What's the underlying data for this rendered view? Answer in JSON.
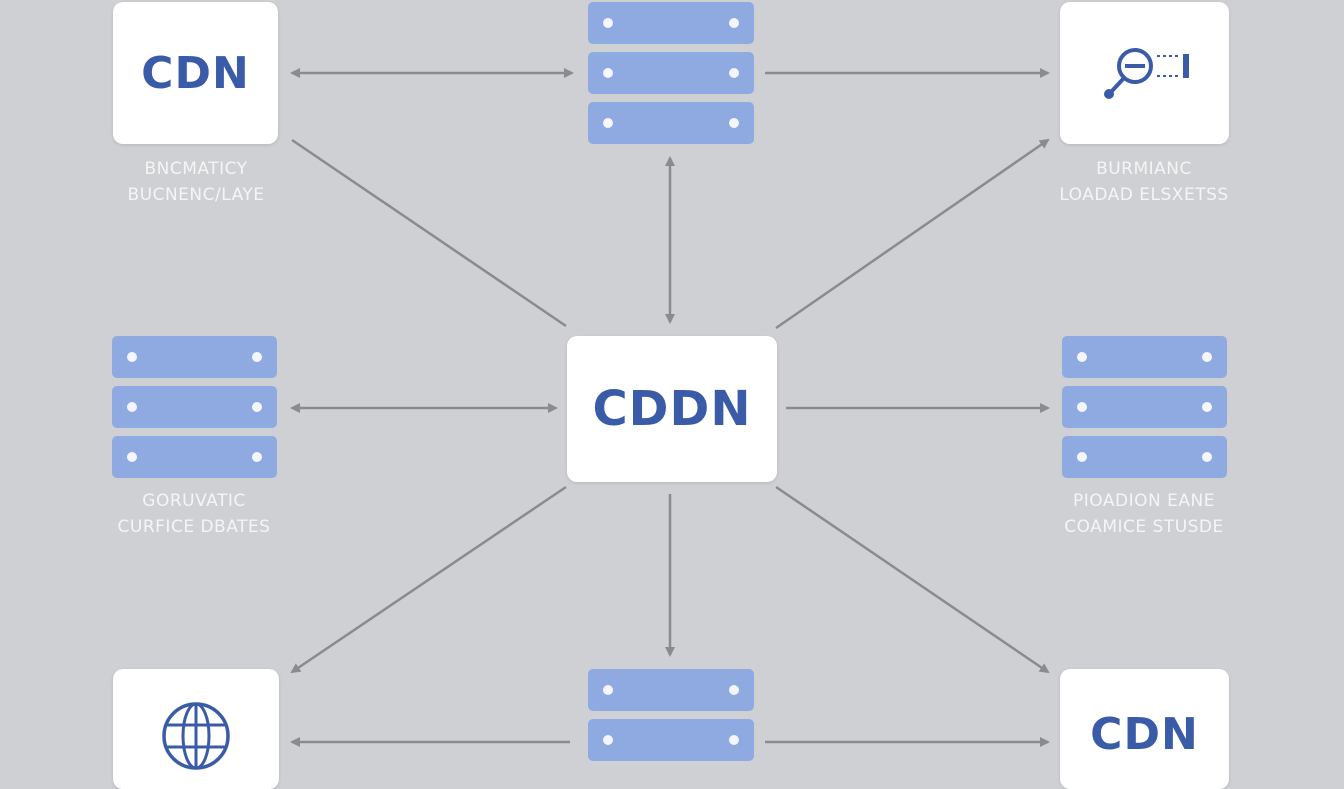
{
  "colors": {
    "background": "#cfd0d3",
    "card": "#ffffff",
    "brand_text": "#3a5ba8",
    "server": "#8fa9e1",
    "arrow": "#8a8b8e",
    "caption": "#f5f5f6"
  },
  "nodes": {
    "top_left": {
      "title": "CDN",
      "caption": [
        "BNCMATICY",
        "BUCNENC/LAYE"
      ]
    },
    "top_center": {
      "icon": "server-rack-icon"
    },
    "top_right": {
      "icon": "magnifier-icon",
      "caption": [
        "BURMIANC",
        "LOADAD ELSXETSS"
      ]
    },
    "mid_left": {
      "icon": "server-rack-icon",
      "caption": [
        "GORUVATIC",
        "CURFICE DBATES"
      ]
    },
    "center": {
      "title": "CDDN"
    },
    "mid_right": {
      "icon": "server-rack-icon",
      "caption": [
        "PIOADION EANE",
        "COAMICE STUSDE"
      ]
    },
    "bottom_left": {
      "icon": "globe-icon"
    },
    "bottom_center": {
      "icon": "server-rack-icon"
    },
    "bottom_right": {
      "title": "CDN"
    }
  }
}
